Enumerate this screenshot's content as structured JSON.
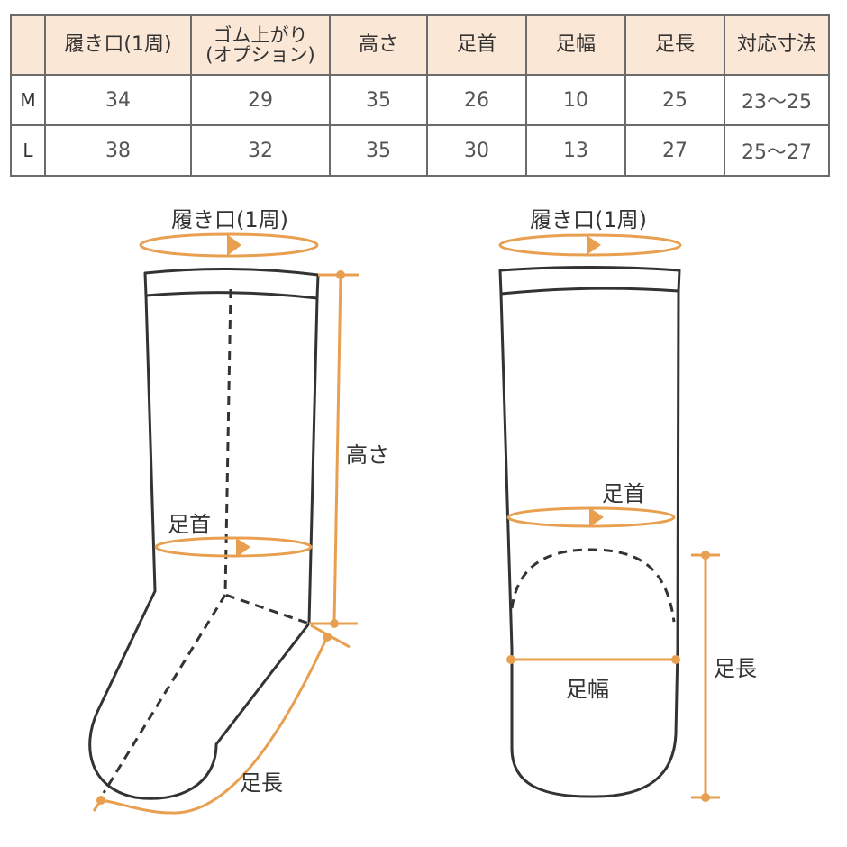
{
  "table": {
    "headers": [
      "",
      "履き口(1周)",
      "ゴム上がり(オプション)",
      "高さ",
      "足首",
      "足幅",
      "足長",
      "対応寸法"
    ],
    "header_line1_option": "ゴム上がり",
    "header_line2_option": "(オプション)",
    "rows": [
      {
        "size": "M",
        "values": [
          "34",
          "29",
          "35",
          "26",
          "10",
          "25",
          "23〜25"
        ]
      },
      {
        "size": "L",
        "values": [
          "38",
          "32",
          "35",
          "30",
          "13",
          "27",
          "25〜27"
        ]
      }
    ]
  },
  "diagram_left": {
    "labels": {
      "opening": "履き口(1周)",
      "height": "高さ",
      "ankle": "足首",
      "foot_length": "足長"
    }
  },
  "diagram_right": {
    "labels": {
      "opening": "履き口(1周)",
      "ankle": "足首",
      "foot_width": "足幅",
      "foot_length": "足長"
    }
  },
  "colors": {
    "accent": "#e8a050",
    "header_bg": "#fbe7d5",
    "line": "#333333",
    "border": "#6b6b6b"
  }
}
